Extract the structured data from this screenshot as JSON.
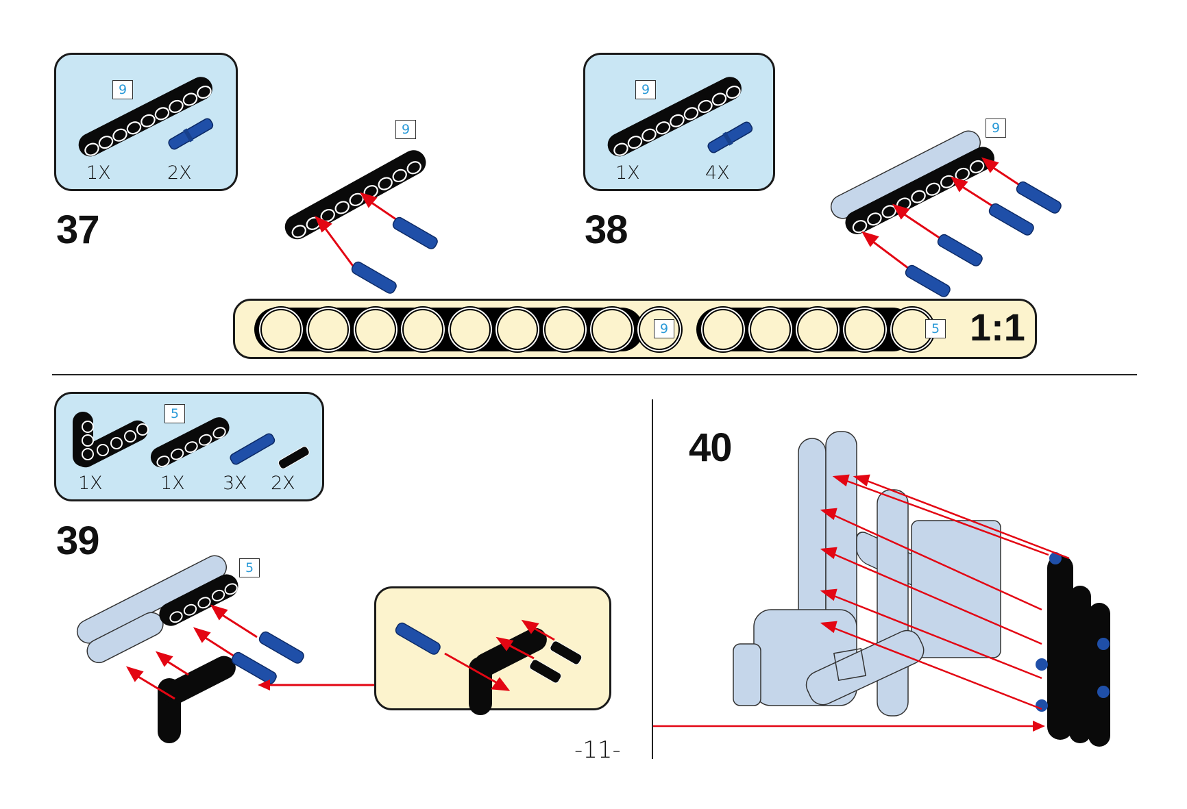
{
  "page": {
    "number_label": "-11-"
  },
  "colors": {
    "parts_panel": "#c9e6f4",
    "callout_panel": "#fcf3cd",
    "arrow": "#e30613",
    "pin_blue": "#1f4fa8",
    "beam_black": "#0a0a0a",
    "beam_light": "#c5d6ea",
    "length_tag_text": "#2a9ad8"
  },
  "steps": [
    {
      "number": "37",
      "parts": [
        {
          "name": "beam-9",
          "length_tag": "9",
          "qty": "1X"
        },
        {
          "name": "blue-pin",
          "qty": "2X"
        }
      ],
      "assembly_length_tag": "9"
    },
    {
      "number": "38",
      "parts": [
        {
          "name": "beam-9",
          "length_tag": "9",
          "qty": "1X"
        },
        {
          "name": "blue-pin",
          "qty": "4X"
        }
      ],
      "assembly_length_tag": "9"
    },
    {
      "number": "39",
      "parts": [
        {
          "name": "l-beam-3x5",
          "qty": "1X"
        },
        {
          "name": "beam-5",
          "length_tag": "5",
          "qty": "1X"
        },
        {
          "name": "blue-pin",
          "qty": "3X"
        },
        {
          "name": "black-pin",
          "qty": "2X"
        }
      ],
      "assembly_length_tag": "5"
    },
    {
      "number": "40"
    }
  ],
  "ruler": {
    "beams": [
      {
        "holes": 9,
        "tag": "9"
      },
      {
        "holes": 5,
        "tag": "5"
      }
    ],
    "scale_label": "1:1"
  }
}
